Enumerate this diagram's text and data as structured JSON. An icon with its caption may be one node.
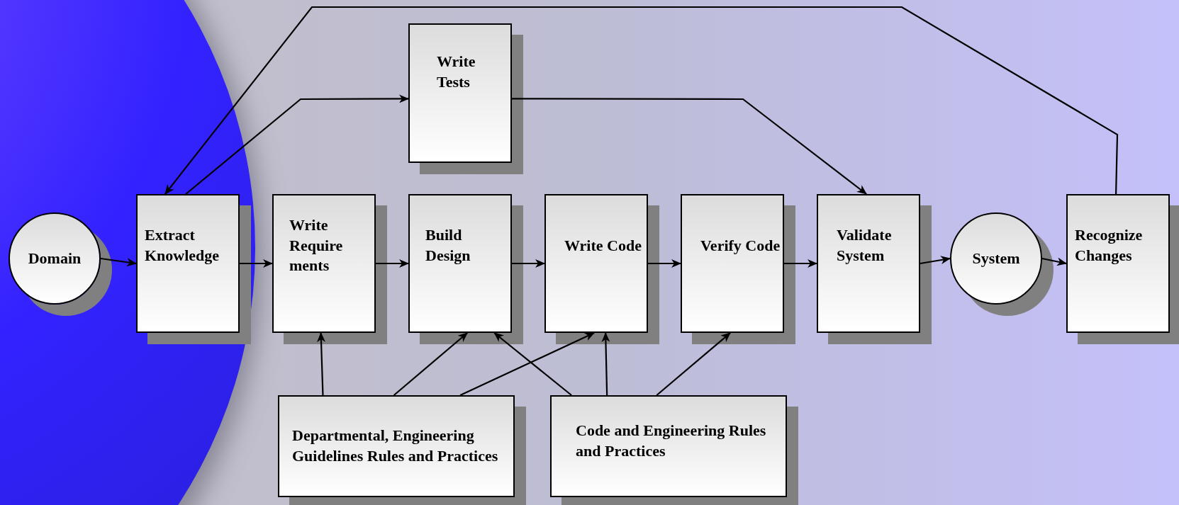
{
  "diagram": {
    "nodes": [
      {
        "text": [
          "Write Tests"
        ]
      },
      {
        "text": [
          "Domain"
        ]
      },
      {
        "text": [
          "Extract Knowledge"
        ]
      },
      {
        "text": [
          "Write Require ments"
        ]
      },
      {
        "text": [
          "Build Design"
        ]
      },
      {
        "text": [
          "Write Code"
        ]
      },
      {
        "text": [
          "Verify Code"
        ]
      },
      {
        "text": [
          "Validate System"
        ]
      },
      {
        "text": [
          "System"
        ]
      },
      {
        "text": [
          "Recognize Changes"
        ]
      },
      {
        "text": [
          "Departmental, Engineering Guidelines Rules and Practices"
        ]
      },
      {
        "text": [
          "Code and Engineering Rules and Practices"
        ]
      }
    ],
    "edges": [
      {
        "from": 1,
        "to": 2,
        "arrow": "to"
      },
      {
        "from": 2,
        "to": 3,
        "arrow": "to"
      },
      {
        "from": 3,
        "to": 4,
        "arrow": "to"
      },
      {
        "from": 4,
        "to": 5,
        "arrow": "to"
      },
      {
        "from": 5,
        "to": 6,
        "arrow": "to"
      },
      {
        "from": 6,
        "to": 7,
        "arrow": "to"
      },
      {
        "from": 7,
        "to": 8,
        "arrow": "to"
      },
      {
        "from": 8,
        "to": 9,
        "arrow": "to"
      },
      {
        "from": 2,
        "to": 0,
        "arrow": "to"
      },
      {
        "from": 0,
        "to": 7,
        "arrow": "to"
      },
      {
        "from": 9,
        "to": 2,
        "arrow": "to"
      },
      {
        "from": 10,
        "to": 3,
        "arrow": "to"
      },
      {
        "from": 10,
        "to": 4,
        "arrow": "to"
      },
      {
        "from": 10,
        "to": 5,
        "arrow": "to"
      },
      {
        "from": 11,
        "to": 4,
        "arrow": "to"
      },
      {
        "from": 11,
        "to": 5,
        "arrow": "to"
      },
      {
        "from": 11,
        "to": 6,
        "arrow": "to"
      }
    ]
  }
}
